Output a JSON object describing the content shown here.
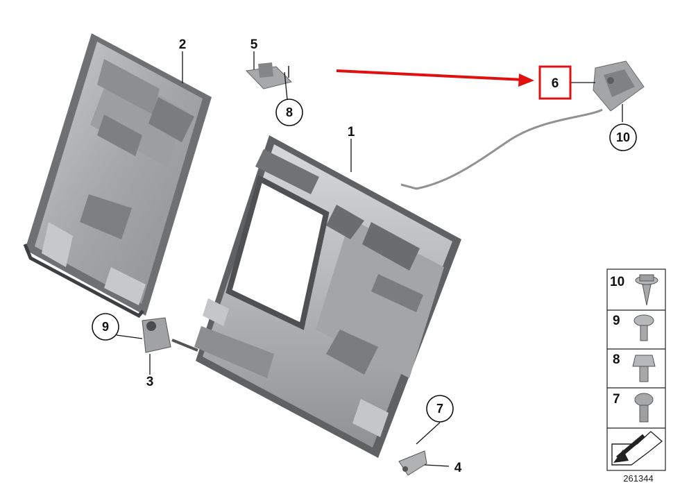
{
  "labels": {
    "p1": "1",
    "p2": "2",
    "p3": "3",
    "p4": "4",
    "p5": "5",
    "p6": "6",
    "c7": "7",
    "c8": "8",
    "c9": "9",
    "c10": "10"
  },
  "side_panel": {
    "items": [
      "10",
      "9",
      "8",
      "7"
    ]
  },
  "diagram_number": "261344",
  "colors": {
    "highlight": "#e01010",
    "part_fill": "#a9abad",
    "part_dark": "#6f7173",
    "part_light": "#cfd1d3",
    "line": "#111111"
  }
}
